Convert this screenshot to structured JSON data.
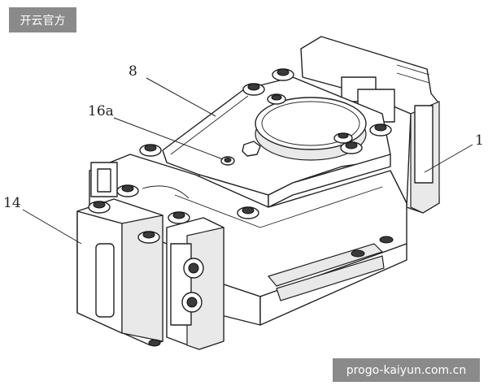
{
  "watermarks": {
    "top_left": "开云官方",
    "bottom_right": "progo-kaiyun.com.cn"
  },
  "callouts": {
    "c8": "8",
    "c16a": "16a",
    "c1": "1",
    "c14": "14"
  }
}
